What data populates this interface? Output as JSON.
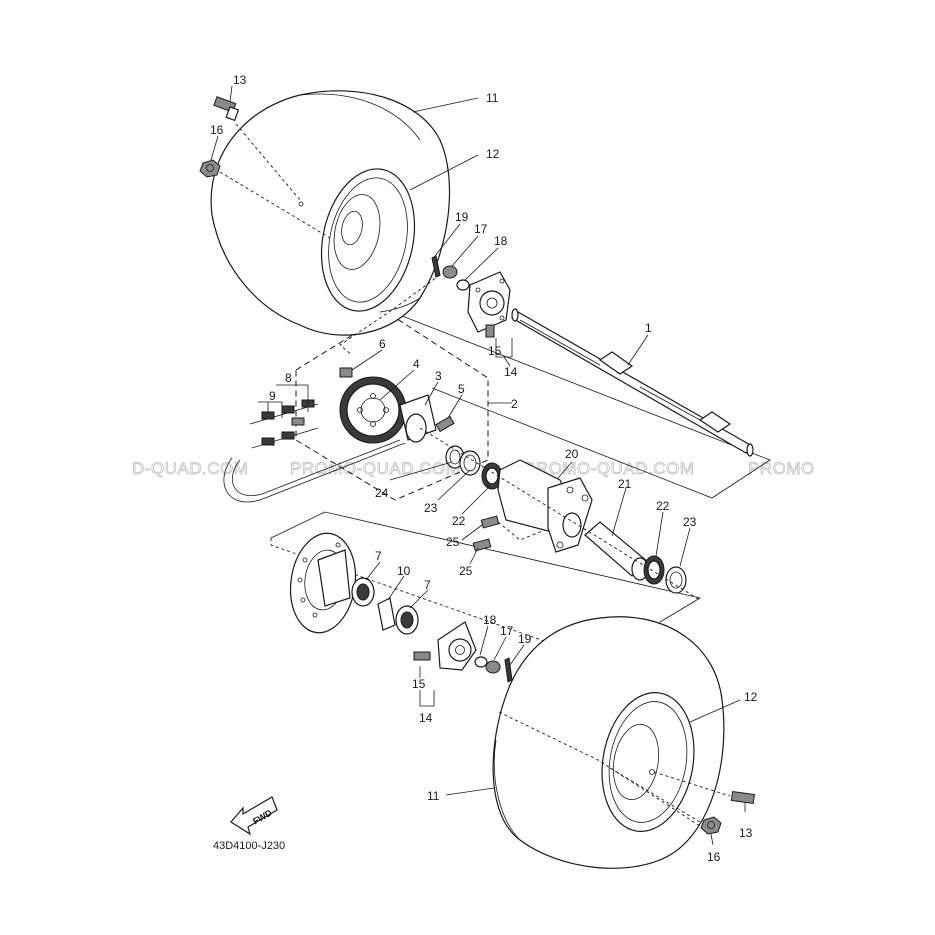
{
  "diagram_code": "43D4100-J230",
  "fwd_label": "FWD",
  "watermark": [
    "D-QUAD.COM",
    "PROMO-QUAD.COM",
    "PROMO-QUAD.COM",
    "PROMO"
  ],
  "labels": {
    "p1": "1",
    "p2": "2",
    "p3": "3",
    "p4": "4",
    "p5": "5",
    "p6": "6",
    "p7a": "7",
    "p7b": "7",
    "p8": "8",
    "p9": "9",
    "p10": "10",
    "p11a": "11",
    "p11b": "11",
    "p12a": "12",
    "p12b": "12",
    "p13a": "13",
    "p13b": "13",
    "p14a": "14",
    "p14b": "14",
    "p15a": "15",
    "p15b": "15",
    "p16a": "16",
    "p16b": "16",
    "p17a": "17",
    "p17b": "17",
    "p18a": "18",
    "p18b": "18",
    "p19a": "19",
    "p19b": "19",
    "p20": "20",
    "p21": "21",
    "p22a": "22",
    "p22b": "22",
    "p23a": "23",
    "p23b": "23",
    "p24": "24",
    "p25a": "25",
    "p25b": "25"
  }
}
